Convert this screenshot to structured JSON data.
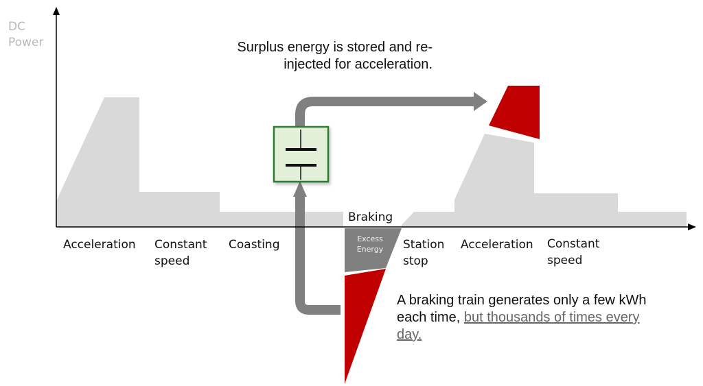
{
  "axis": {
    "y_title_line1": "DC",
    "y_title_line2": "Power"
  },
  "phases": [
    {
      "id": "acceleration",
      "line1": "Acceleration",
      "line2": ""
    },
    {
      "id": "constant-speed",
      "line1": "Constant",
      "line2": "speed"
    },
    {
      "id": "coasting",
      "line1": "Coasting",
      "line2": ""
    },
    {
      "id": "braking",
      "line1": "Braking",
      "line2": ""
    },
    {
      "id": "station-stop",
      "line1": "Station",
      "line2": "stop"
    },
    {
      "id": "acceleration-2",
      "line1": "Acceleration",
      "line2": ""
    },
    {
      "id": "constant-speed-2",
      "line1": "Constant",
      "line2": "speed"
    }
  ],
  "excess_energy": {
    "line1": "Excess",
    "line2": "Energy"
  },
  "notes": {
    "top_line1": "Surplus energy is stored and re-",
    "top_line2": "injected for acceleration.",
    "bottom_line1": "A braking train generates only a few kWh",
    "bottom_line2_prefix": "each time, ",
    "bottom_link_part1": "but thousands of times every",
    "bottom_link_part2": "day."
  },
  "colors": {
    "power_area": "#d9d9d9",
    "excess_area": "#808080",
    "regenerated": "#c00000",
    "flow_arrow": "#808080",
    "storage_fill": "#e2efd9",
    "storage_border": "#2e7d32",
    "axis": "#000000"
  },
  "icons": {
    "storage": "capacitor-icon"
  }
}
